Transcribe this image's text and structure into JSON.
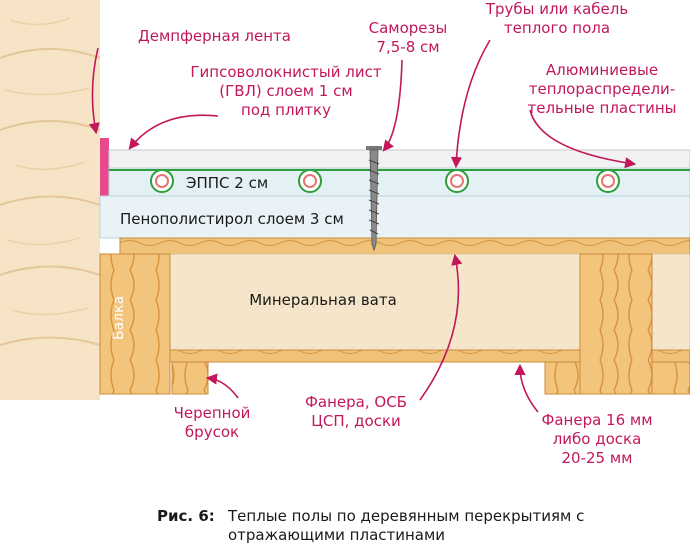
{
  "labels": {
    "damper_tape": "Демпферная лента",
    "screws_line1": "Саморезы",
    "screws_line2": "7,5-8 см",
    "pipes_line1": "Трубы или кабель",
    "pipes_line2": "теплого пола",
    "gvl_line1": "Гипсоволокнистый лист",
    "gvl_line2": "(ГВЛ) слоем 1 см",
    "gvl_line3": "под плитку",
    "alu_line1": "Алюминиевые",
    "alu_line2": "теплораспредели-",
    "alu_line3": "тельные пластины",
    "epps": "ЭППС 2 см",
    "penopolistirol": "Пенополистирол слоем 3 см",
    "mineral_wool": "Минеральная вата",
    "beam": "Балка",
    "skull_bar_line1": "Черепной",
    "skull_bar_line2": "брусок",
    "plywood_osb_line1": "Фанера, ОСБ",
    "plywood_osb_line2": "ЦСП, доски",
    "plywood16_line1": "Фанера 16 мм",
    "plywood16_line2": "либо доска",
    "plywood16_line3": "20-25 мм"
  },
  "caption": {
    "number": "Рис. 6:",
    "text_line1": "Теплые полы по деревянным перекрытиям с",
    "text_line2": "отражающими пластинами"
  },
  "colors": {
    "label": "#c2185b",
    "wood": "#f0c27a",
    "mineral_wool": "#f6e6cc",
    "epps": "#e4f1f4",
    "gvl": "#f4f4f4",
    "pipe_outline": "#2e9e3a"
  }
}
